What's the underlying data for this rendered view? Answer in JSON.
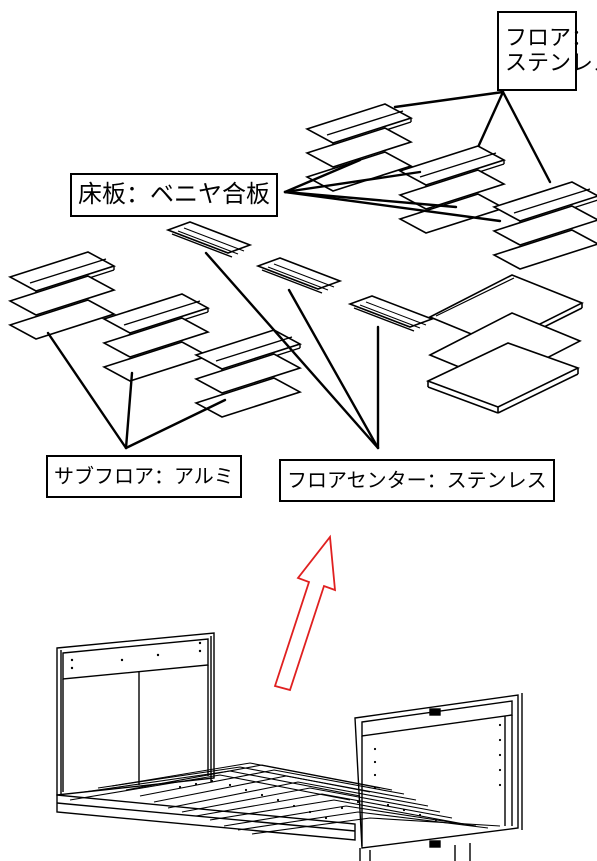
{
  "labels": {
    "floor_material_line1": "フロア：",
    "floor_material_line2": "ステンレス",
    "base_board": "床板：ベニヤ合板",
    "sub_floor": "サブフロア：アルミ",
    "floor_center": "フロアセンター：ステンレス"
  },
  "colors": {
    "arrow": "#e02020",
    "line": "#000000"
  }
}
